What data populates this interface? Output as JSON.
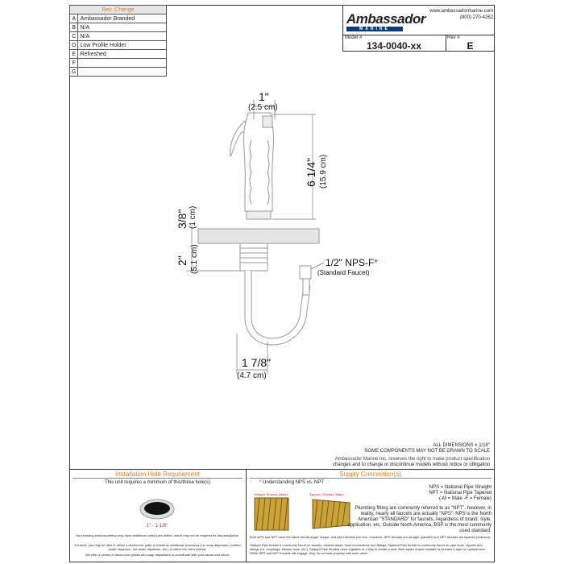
{
  "rev_table": {
    "header": "Rev. Change",
    "rows": [
      {
        "key": "A",
        "text": "Ambassador Branded"
      },
      {
        "key": "B",
        "text": "N/A"
      },
      {
        "key": "C",
        "text": "N/A"
      },
      {
        "key": "D",
        "text": "Low Profile Holder"
      },
      {
        "key": "E",
        "text": "Refreshed"
      },
      {
        "key": "F",
        "text": ""
      },
      {
        "key": "G",
        "text": ""
      }
    ]
  },
  "title_block": {
    "logo": "Ambassador",
    "logo_sub": "MARINE",
    "website": "www.ambassadormarine.com",
    "phone": "(800) 270-4262",
    "model_label": "Model #",
    "model": "134-0040-xx",
    "rev_label": "Rev #",
    "rev": "E"
  },
  "dimensions": {
    "width_top": "1\"",
    "width_top_metric": "(2.5 cm)",
    "height": "6 1/4\"",
    "height_metric": "(15.9 cm)",
    "collar": "3/8\"",
    "collar_metric": "(1 cm)",
    "shank": "2\"",
    "shank_metric": "(5.1 cm)",
    "bottom_width": "1 7/8\"",
    "bottom_width_metric": "(4.7 cm)",
    "thread": "1/2\" NPS-F",
    "thread_star": "*",
    "thread_note": "(Standard Faucet)"
  },
  "notes": {
    "line1": "ALL DIMENSIONS ± 1/16\"",
    "line2": "SOME COMPONENTS MAY NOT BE DRAWN TO SCALE",
    "line3": "Ambassador Marine Inc. reserves the right to make product specification",
    "line4": "changes and to change or discontinue models without notice or obligation"
  },
  "install": {
    "header": "Installation Hole Requirement",
    "req": "This unit requires a minimum of this/these hole(s)",
    "hole_size": "1\" - 1 1/8\"",
    "fine1": "Your existing sink/countertop may have additional hole(s) pre-drilled, which may not be required for this installation.",
    "fine2": "If it does, you may be able to utilize a deck/cover plate or install an additional accessory (i.e. soap dispenser, purified water dispenser, hot water dispenser, etc.) to utilize the extra hole(s).",
    "fine3": "We offer a variety of deck/cover plates and soap dispensers to coordinate with your faucet and décor."
  },
  "supply": {
    "header": "Supply Connection(s)",
    "understanding": "Understanding NPS vs. NPT",
    "straight_label": "Straight Threads (Male)",
    "tapered_label": "Tapered Threads (Male)",
    "nps": "NPS = National Pipe Straight",
    "npt": "NPT = National Pipe Tapered",
    "mf": "(-M = Male     -F = Female)",
    "body": "Plumbing fitting are commonly referred to as \"NPT\", however, in reality, nearly all faucets are actually \"NPS\". NPS is the North American \"STANDARD\" for faucets, regardless of brand, style, application, etc. Outside North America, BSP is the most commonly used standard.",
    "fine1": "Both NPS and NPT have the same thread angle, shape, and pitch threads per inch. However, NPS threads are straight (parallel) and NPT threads are tapered (reduced).",
    "fine2": "Straight Pipe thread is commonly found on faucets, showerheads, hose connections and fittings. Tapered Pipe thread is commonly found on pipe ends, nipples and fittings (i.e. couplings, elbows, tees, etc.). Straight Pipe threads need a gasket or o-ring to create a seal. Both styles require sealant or plumber's tape for optimal seal. While NPS and NPT threads will engage, they do not seal properly with each other."
  },
  "colors": {
    "accent": "#d9822b",
    "brand": "#0a3b7a",
    "brass": "#c9a23a",
    "red": "#d22"
  }
}
